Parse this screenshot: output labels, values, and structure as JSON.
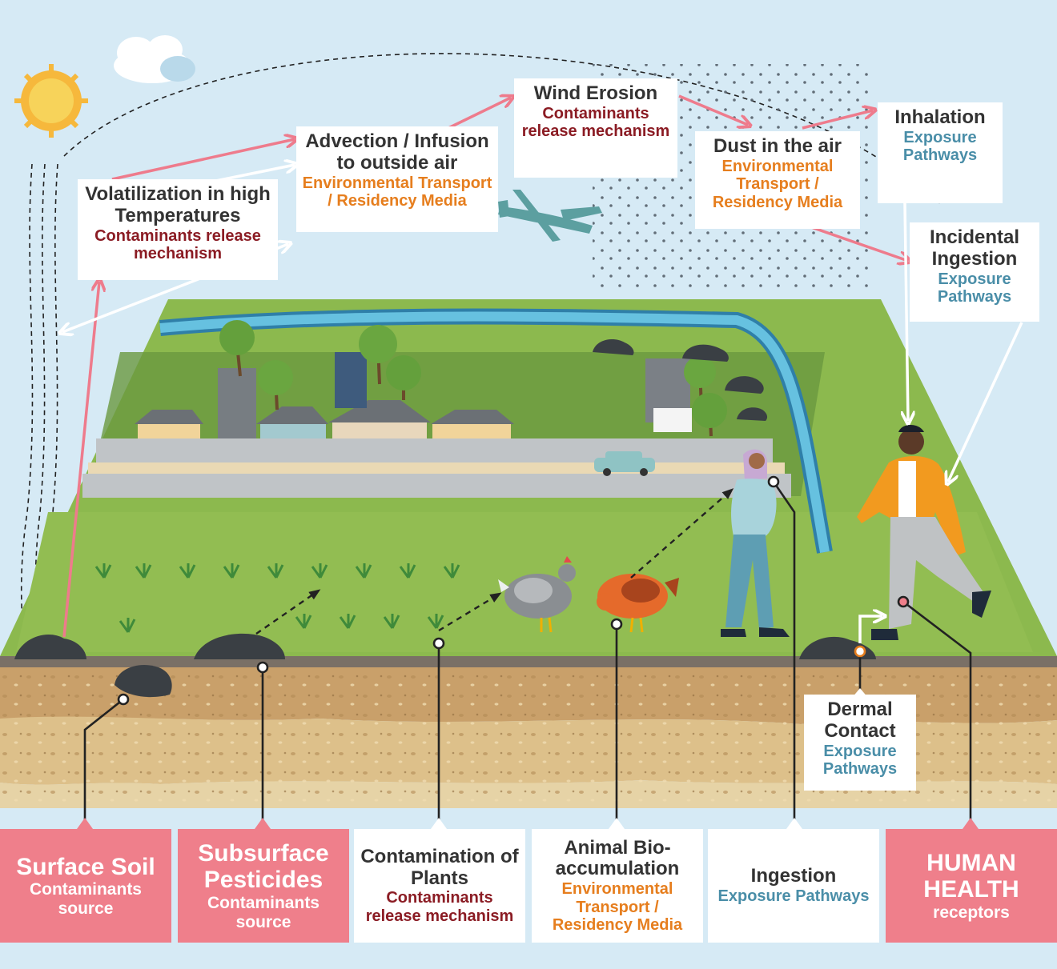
{
  "labels": {
    "volatilization": {
      "title": "Volatilization in high Temperatures",
      "subtitle": "Contaminants release mechanism"
    },
    "advection": {
      "title": "Advection / Infusion to outside air",
      "subtitle": "Environmental Transport / Residency Media"
    },
    "wind_erosion": {
      "title": "Wind Erosion",
      "subtitle": "Contaminants release mechanism"
    },
    "dust": {
      "title": "Dust in the air",
      "subtitle": "Environmental Transport / Residency Media"
    },
    "inhalation": {
      "title": "Inhalation",
      "subtitle": "Exposure Pathways"
    },
    "incidental_ingestion": {
      "title": "Incidental Ingestion",
      "subtitle": "Exposure Pathways"
    },
    "dermal": {
      "title": "Dermal Contact",
      "subtitle": "Exposure Pathways"
    }
  },
  "bottom_labels": {
    "surface_soil": {
      "title": "Surface Soil",
      "subtitle": "Contaminants source"
    },
    "subsurface": {
      "title": "Subsurface Pesticides",
      "subtitle": "Contaminants source"
    },
    "plants": {
      "title": "Contamination of Plants",
      "subtitle": "Contaminants release mechanism"
    },
    "animal": {
      "title": "Animal Bio-accumulation",
      "subtitle": "Environmental Transport / Residency Media"
    },
    "ingestion": {
      "title": "Ingestion",
      "subtitle": "Exposure Pathways"
    },
    "human": {
      "title": "HUMAN HEALTH",
      "subtitle": "receptors"
    }
  },
  "colors": {
    "sky": "#d6eaf5",
    "grass": "#8cb94e",
    "soil_top": "#c9a06a",
    "soil_mid": "#ddc08a",
    "mechanism": "#8b1c24",
    "environmental": "#e67e1e",
    "exposure": "#4a8ea8",
    "source_box": "#ef7f8b",
    "arrow": "#ee7b8c"
  }
}
